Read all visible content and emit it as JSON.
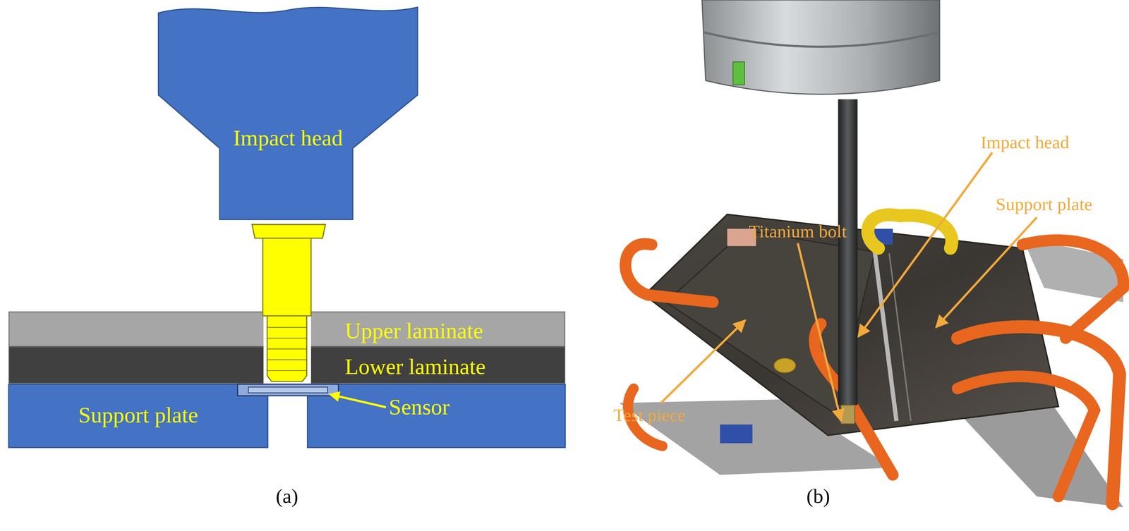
{
  "diagram": {
    "nodes": [
      {
        "text": [
          "Impact head"
        ]
      },
      {
        "text": [
          "Upper laminate"
        ]
      },
      {
        "text": [
          "Lower laminate"
        ]
      },
      {
        "text": [
          "Support plate"
        ]
      }
    ],
    "labels": [
      "Sensor",
      "(a)",
      "Impact head",
      "Titanium bolt",
      "Support plate",
      "Test piece",
      "(b)"
    ]
  }
}
